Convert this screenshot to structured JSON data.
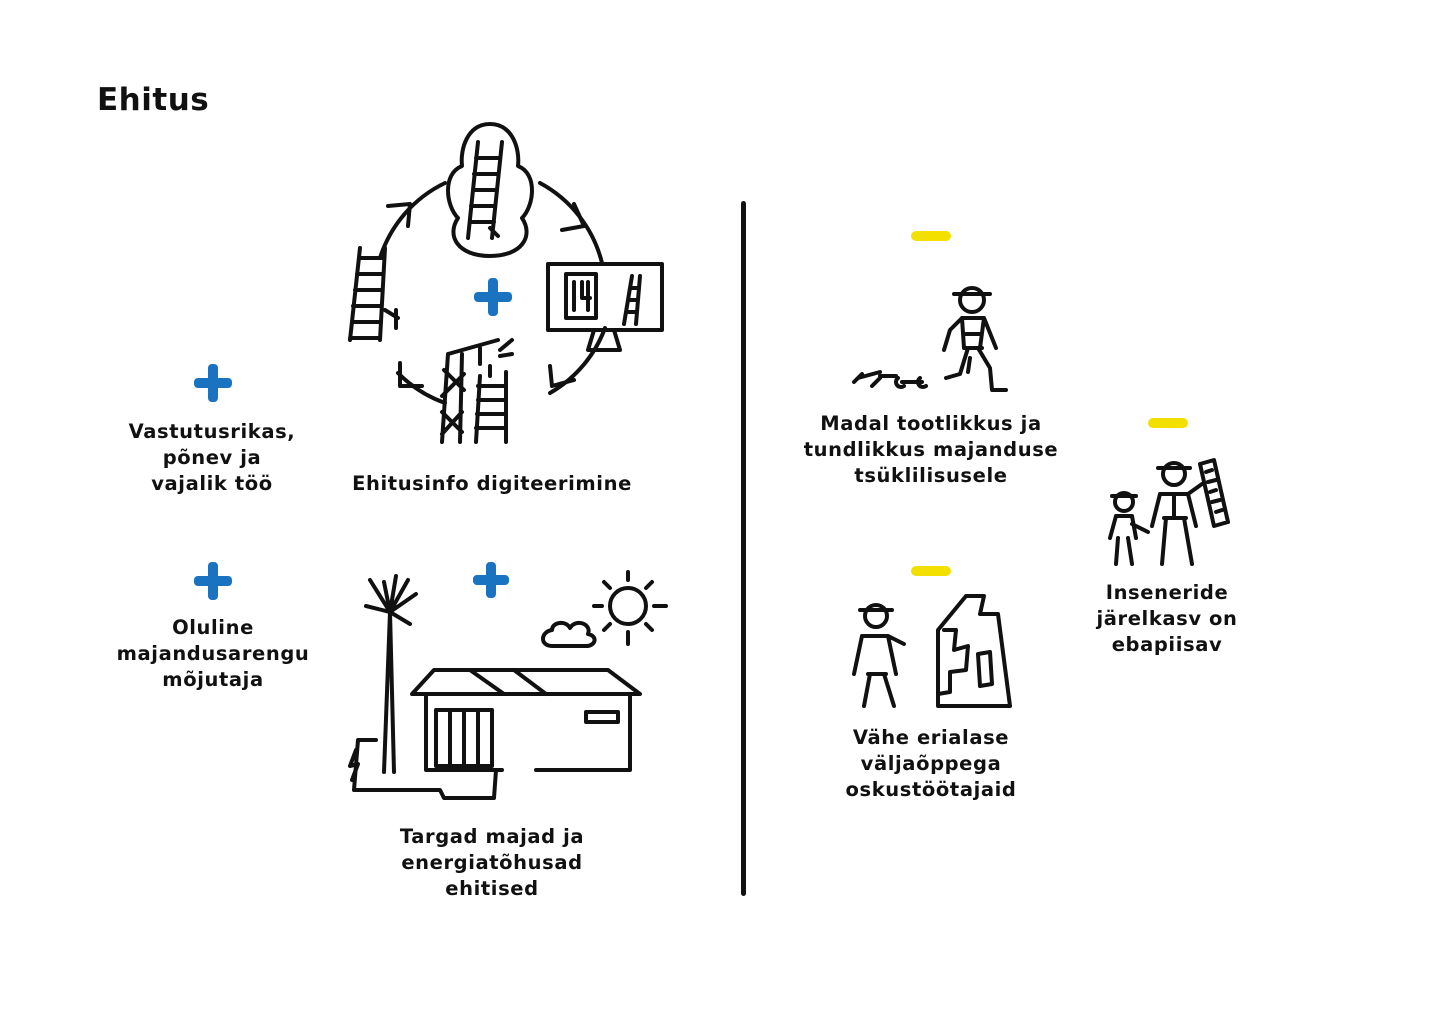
{
  "title": "Ehitus",
  "colors": {
    "plus": "#1a73c1",
    "minus": "#f3e000",
    "ink": "#111111"
  },
  "positives": [
    {
      "lines": [
        "Vastutusrikas,",
        "põnev ja",
        "vajalik töö"
      ],
      "icon": "plus-icon"
    },
    {
      "lines": [
        "Ehitusinfo digiteerimine"
      ],
      "icon": "digital-cycle-icon"
    },
    {
      "lines": [
        "Oluline",
        "majandusarengu",
        "mõjutaja"
      ],
      "icon": "plus-icon"
    },
    {
      "lines": [
        "Targad majad ja",
        "energiatõhusad",
        "ehitised"
      ],
      "icon": "smart-house-icon"
    }
  ],
  "negatives": [
    {
      "lines": [
        "Madal tootlikkus ja",
        "tundlikkus majanduse",
        "tsüklilisusele"
      ],
      "icon": "idle-worker-icon"
    },
    {
      "lines": [
        "Inseneride",
        "järelkasv on",
        "ebapiisav"
      ],
      "icon": "engineer-apprentice-icon"
    },
    {
      "lines": [
        "Vähe erialase",
        "väljaõppega",
        "oskustöötajaid"
      ],
      "icon": "worker-building-icon"
    }
  ]
}
